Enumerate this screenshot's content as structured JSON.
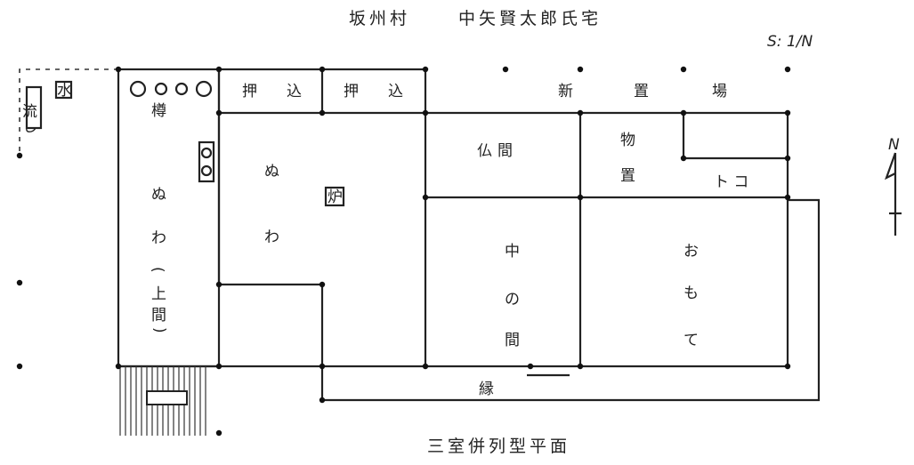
{
  "header": {
    "village": "坂州村",
    "house": "中矢賢太郎氏宅",
    "scale": "S: 1/N"
  },
  "north": {
    "label": "N"
  },
  "rooms": {
    "sink": "流し",
    "water": "水",
    "barrel": "樽",
    "closet_1": [
      "押",
      "込"
    ],
    "closet_2": [
      "押",
      "込"
    ],
    "firewood": [
      "新",
      "置",
      "場"
    ],
    "niwa_inner": [
      "ぬ",
      "わ"
    ],
    "hearth": "炉",
    "niwa_outer": [
      "ぬ",
      "わ"
    ],
    "upper_room": [
      "(",
      "上",
      "間",
      ")"
    ],
    "butsuma": "仏間",
    "storage": [
      "物",
      "置"
    ],
    "toko": "ト コ",
    "naka_no_ma": [
      "中",
      "の",
      "間"
    ],
    "omote": [
      "お",
      "も",
      "て"
    ],
    "engawa": "縁"
  },
  "caption": "三室併列型平面"
}
